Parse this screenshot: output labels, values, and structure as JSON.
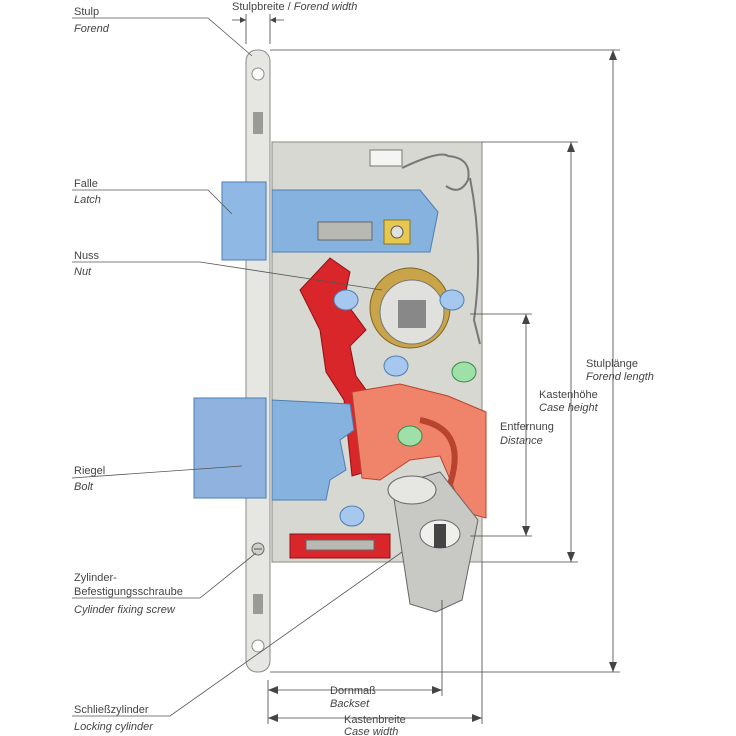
{
  "labels": {
    "forend": {
      "de": "Stulp",
      "en": "Forend"
    },
    "forend_width": {
      "de": "Stulpbreite",
      "sep": " / ",
      "en": "Forend width"
    },
    "latch": {
      "de": "Falle",
      "en": "Latch"
    },
    "nut": {
      "de": "Nuss",
      "en": "Nut"
    },
    "bolt": {
      "de": "Riegel",
      "en": "Bolt"
    },
    "fixing_screw": {
      "de1": "Zylinder-",
      "de2": "Befestigungsschraube",
      "en": "Cylinder fixing screw"
    },
    "cylinder": {
      "de": "Schließzylinder",
      "en": "Locking cylinder"
    },
    "forend_length": {
      "de": "Stulplänge",
      "en": "Forend length"
    },
    "case_height": {
      "de": "Kastenhöhe",
      "en": "Case height"
    },
    "distance": {
      "de": "Entfernung",
      "en": "Distance"
    },
    "backset": {
      "de": "Dornmaß",
      "en": "Backset"
    },
    "case_width": {
      "de": "Kastenbreite",
      "en": "Case width"
    }
  },
  "colors": {
    "case": "#d9d9d4",
    "forend": "#e2e2de",
    "latch_blue": "#86b2e0",
    "red_mech": "#d8262b",
    "salmon": "#f0846a",
    "brass": "#c9a449"
  }
}
